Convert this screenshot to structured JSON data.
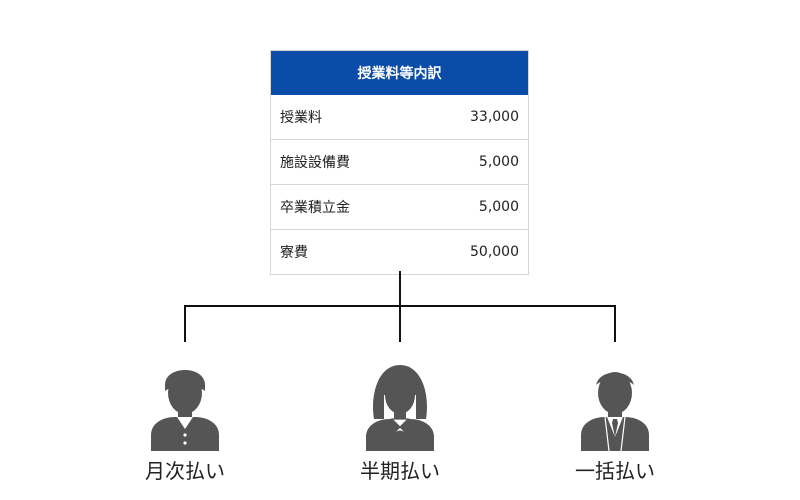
{
  "table": {
    "header": "授業料等内訳",
    "rows": [
      {
        "name": "授業料",
        "amount": "33,000"
      },
      {
        "name": "施設設備費",
        "amount": "5,000"
      },
      {
        "name": "卒業積立金",
        "amount": "5,000"
      },
      {
        "name": "寮費",
        "amount": "50,000"
      }
    ]
  },
  "plans": [
    {
      "label": "月次払い",
      "icon": "male-student-icon"
    },
    {
      "label": "半期払い",
      "icon": "female-student-icon"
    },
    {
      "label": "一括払い",
      "icon": "businessman-icon"
    }
  ],
  "colors": {
    "header_bg": "#0a4ca8",
    "icon_fill": "#555555",
    "line": "#111111"
  }
}
